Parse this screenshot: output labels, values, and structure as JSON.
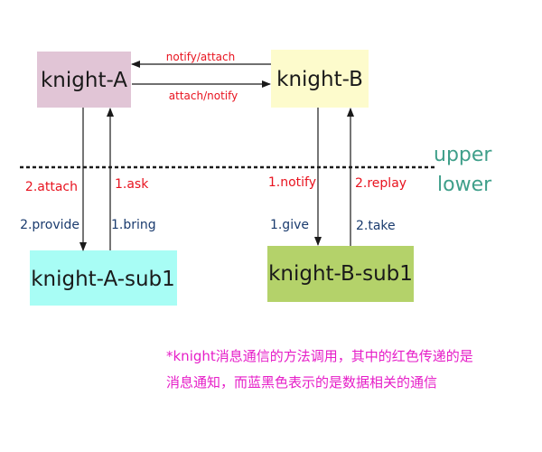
{
  "colors": {
    "node_a": "#e1c5d6",
    "node_b": "#fdfbcc",
    "node_a_sub": "#a8fdf5",
    "node_b_sub": "#b4d26a",
    "notification_text": "#e8131f",
    "data_text": "#1a3b6e",
    "level_text": "#3f9f8a",
    "note_text": "#e61ec8",
    "line": "#1a1a1a"
  },
  "nodes": {
    "knight_a": "knight-A",
    "knight_b": "knight-B",
    "knight_a_sub1": "knight-A-sub1",
    "knight_b_sub1": "knight-B-sub1"
  },
  "edges": {
    "b_to_a": "notify/attach",
    "a_to_b": "attach/notify",
    "a_down_notify": "2.attach",
    "a_down_data": "2.provide",
    "a_up_notify": "1.ask",
    "a_up_data": "1.bring",
    "b_down_notify": "1.notify",
    "b_down_data": "1.give",
    "b_up_notify": "2.replay",
    "b_up_data": "2.take"
  },
  "levels": {
    "upper": "upper",
    "lower": "lower"
  },
  "note": {
    "line1": "*knight消息通信的方法调用，其中的红色传递的是",
    "line2": "消息通知，而蓝黑色表示的是数据相关的通信"
  }
}
